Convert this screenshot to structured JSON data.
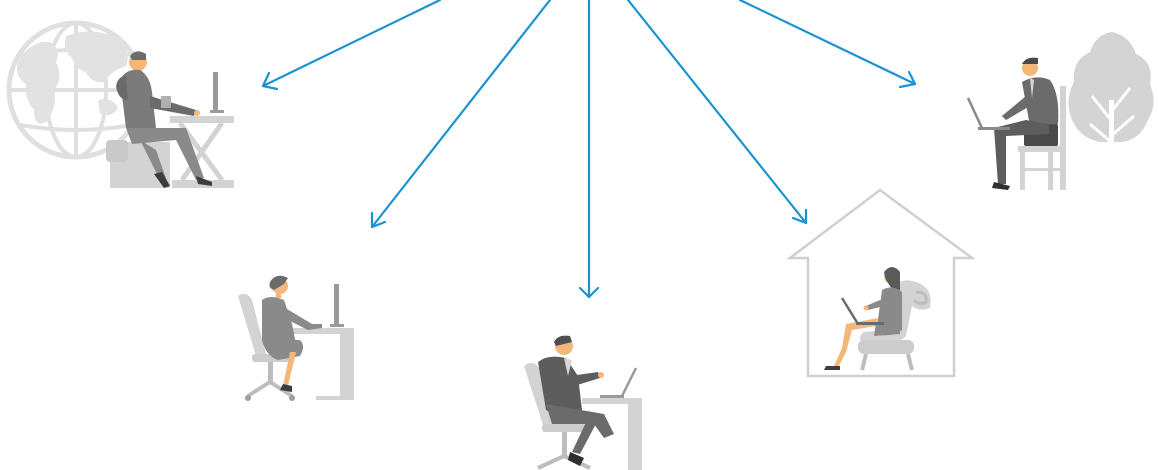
{
  "colors": {
    "arrow": "#1a93d2",
    "figure": "#7b7b7b",
    "figure_dark": "#6b6b6b",
    "furniture": "#d3d3d3",
    "furniture_dark": "#c4c4c4",
    "globe": "#e2e2e2",
    "tree": "#d4d4d4",
    "skin": "#f4b77a",
    "house_outline": "#cfcfcf"
  },
  "scenes": [
    {
      "id": "globe-worker",
      "icon": "globe-icon"
    },
    {
      "id": "office-woman",
      "icon": "person-at-desk-icon"
    },
    {
      "id": "laptop-man",
      "icon": "person-with-laptop-icon"
    },
    {
      "id": "home-woman",
      "icon": "house-icon"
    },
    {
      "id": "park-man",
      "icon": "tree-icon"
    }
  ]
}
